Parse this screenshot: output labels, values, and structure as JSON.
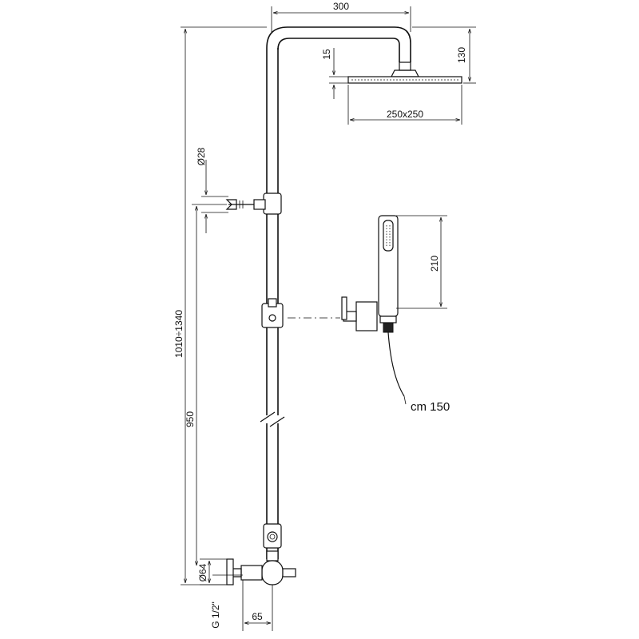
{
  "dimensions": {
    "arm_length": "300",
    "head_thickness": "15",
    "head_drop": "130",
    "head_size": "250x250",
    "pipe_diameter": "Ø28",
    "total_height": "1010÷1340",
    "support_height": "950",
    "handshower_length": "210",
    "hose_length": "cm 150",
    "inlet_diameter": "Ø64",
    "thread": "G 1/2\"",
    "inlet_offset": "65"
  },
  "colors": {
    "line": "#111111",
    "background": "#ffffff"
  }
}
